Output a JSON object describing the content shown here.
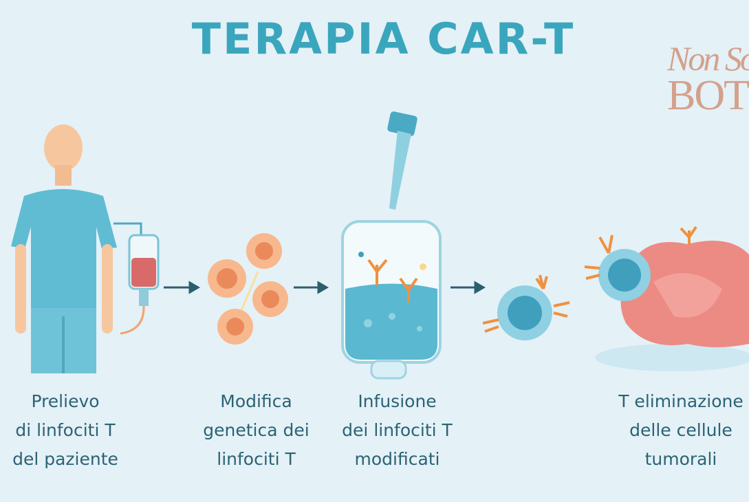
{
  "title": "TERAPIA CAR-T",
  "logo": {
    "line1": "Non So",
    "line2": "BOTO"
  },
  "steps": [
    {
      "lines": [
        "Prelievo",
        "di linfociti T",
        "del paziente"
      ]
    },
    {
      "lines": [
        "Modifica",
        "genetica dei",
        "linfociti T"
      ]
    },
    {
      "lines": [
        "Infusione",
        "dei linfociti T",
        "modificati"
      ]
    },
    {
      "lines": [
        "T eliminazione",
        "delle cellule",
        "tumorali"
      ]
    }
  ],
  "colors": {
    "title": "#3aa6bd",
    "text": "#2b6373",
    "background": "#e4f1f7",
    "logo": "#d4a08c",
    "cell": "#f4a47a",
    "tumor": "#ec8a84"
  }
}
